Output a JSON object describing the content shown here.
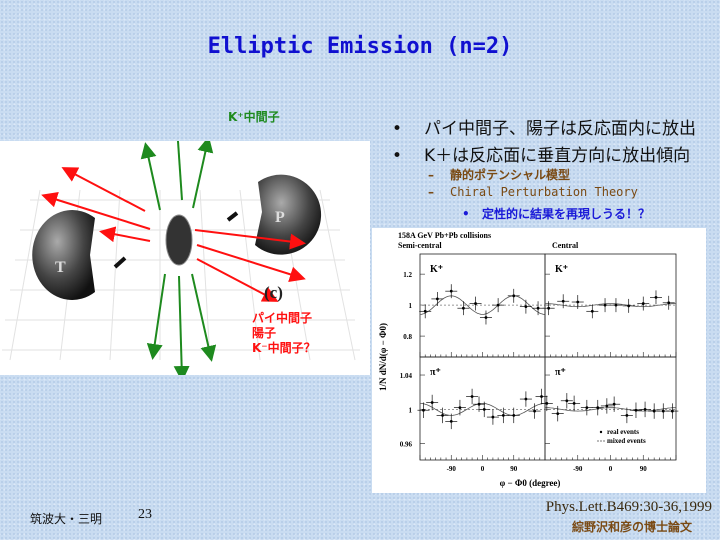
{
  "title": "Elliptic Emission (n=2)",
  "figure_left": {
    "kplus_label": "K⁺中間子",
    "red_label_lines": [
      "パイ中間子",
      "陽子",
      "K⁻中間子？"
    ],
    "panel_label": "(c)",
    "sphere_labels": [
      "T",
      "P"
    ],
    "colors": {
      "green_arrows": "#1e8a1e",
      "red_arrows": "#ff1010"
    }
  },
  "bullets": [
    {
      "text": "パイ中間子、陽子は反応面内に放出"
    },
    {
      "text": "K＋は反応面に垂直方向に放出傾向"
    }
  ],
  "sub_bullets": [
    {
      "text": "静的ポテンシャル模型"
    },
    {
      "text": "Chiral Perturbation Theory"
    }
  ],
  "sub_sub_bullet": "定性的に結果を再現しうる！？",
  "chart_data": {
    "type": "scatter",
    "title": "158A GeV Pb+Pb collisions",
    "columns": [
      "Semi-central",
      "Central"
    ],
    "xlabel": "φ − Φ0   (degree)",
    "ylabel": "1/N dN/d(φ − Φ0)",
    "xlim": [
      -180,
      180
    ],
    "xticks": [
      "-90",
      "0",
      "90"
    ],
    "legend": {
      "placement": "bottom-right",
      "entries": [
        "real events",
        "mixed events"
      ]
    },
    "rows": [
      {
        "particle": "K+",
        "ylim": [
          0.665,
          1.33
        ],
        "yticks": [
          1.2,
          1,
          0.8
        ],
        "ytick_labels": [
          "1.2",
          "1",
          "0.8"
        ],
        "err": 0.045,
        "panels": [
          {
            "x": [
              -165,
              -130,
              -90,
              -55,
              -20,
              10,
              45,
              90,
              125,
              160
            ],
            "y": [
              0.96,
              1.04,
              1.09,
              0.98,
              1.01,
              0.92,
              1.0,
              1.06,
              0.99,
              0.98
            ],
            "fit_v": -0.06
          },
          {
            "x": [
              -170,
              -130,
              -90,
              -50,
              -15,
              15,
              50,
              90,
              125,
              160
            ],
            "y": [
              0.98,
              1.025,
              1.02,
              0.96,
              1.0,
              1.0,
              0.995,
              1.01,
              1.05,
              1.015
            ],
            "fit_v": 0.01
          }
        ]
      },
      {
        "particle": "π+",
        "ylim": [
          0.941,
          1.061
        ],
        "yticks": [
          1.04,
          1,
          0.96
        ],
        "ytick_labels": [
          "1.04",
          "1",
          "0.96"
        ],
        "err": 0.009,
        "panels": [
          {
            "x": [
              -170,
              -145,
              -115,
              -90,
              -65,
              -30,
              -10,
              5,
              30,
              60,
              90,
              125,
              150,
              170
            ],
            "y": [
              0.999,
              1.008,
              0.993,
              0.986,
              1.002,
              1.015,
              1.006,
              1.0,
              0.991,
              0.993,
              0.993,
              1.012,
              0.998,
              1.015
            ],
            "fit_v": 0.007
          },
          {
            "x": [
              -175,
              -145,
              -120,
              -100,
              -65,
              -35,
              -10,
              10,
              45,
              70,
              95,
              120,
              145,
              170
            ],
            "y": [
              1.007,
              0.995,
              1.01,
              1.007,
              1.002,
              1.002,
              1.004,
              1.006,
              0.993,
              0.999,
              1.0,
              0.998,
              0.998,
              0.998
            ],
            "fit_v": 0.002
          }
        ]
      }
    ]
  },
  "footer": {
    "affiliation": "筑波大・三明",
    "page": "23",
    "reference": "Phys.Lett.B469:30-36,1999",
    "thesis": "綜野沢和彦の博士論文"
  }
}
